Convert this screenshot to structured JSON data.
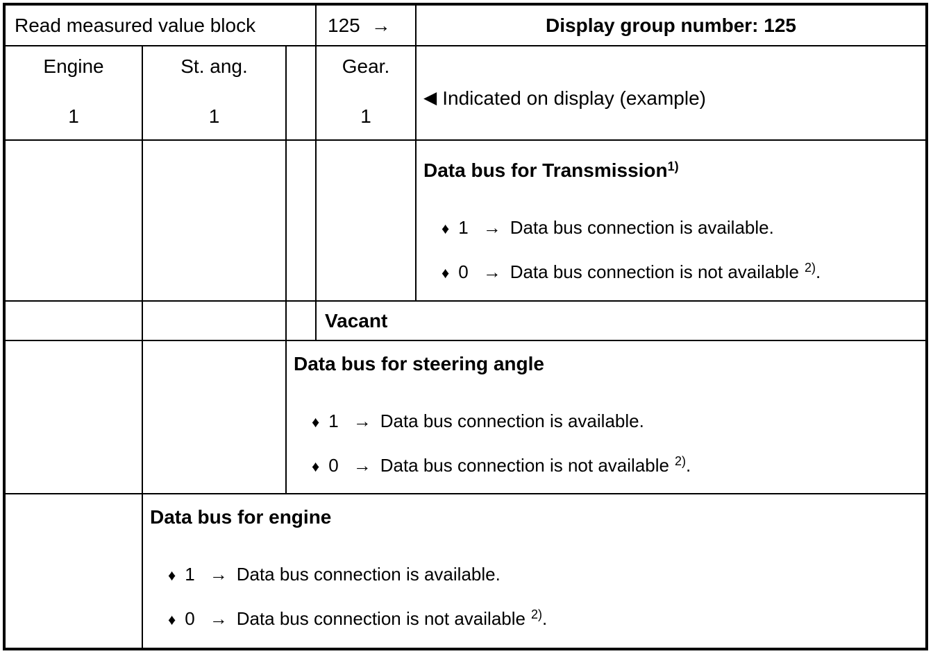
{
  "header": {
    "function_label": "Read measured value block",
    "group_number": "125",
    "arrow": "→",
    "group_title": "Display group number: 125"
  },
  "display_row": {
    "engine": {
      "label": "Engine",
      "value": "1"
    },
    "steering": {
      "label": "St. ang.",
      "value": "1"
    },
    "gear": {
      "label": "Gear.",
      "value": "1"
    },
    "note": {
      "marker": "◀",
      "text": "Indicated on display (example)"
    }
  },
  "sections": {
    "transmission": {
      "title": "Data bus for Transmission",
      "title_sup": "1)",
      "bullets": [
        {
          "marker": "♦",
          "value": "1",
          "arrow": "→",
          "text": "Data bus connection is available.",
          "sup": "",
          "tail": ""
        },
        {
          "marker": "♦",
          "value": "0",
          "arrow": "→",
          "text": "Data bus connection is not available",
          "sup": "2)",
          "tail": "."
        }
      ]
    },
    "vacant": {
      "title": "Vacant"
    },
    "steering": {
      "title": "Data bus for steering angle",
      "bullets": [
        {
          "marker": "♦",
          "value": "1",
          "arrow": "→",
          "text": "Data bus connection is available.",
          "sup": "",
          "tail": ""
        },
        {
          "marker": "♦",
          "value": "0",
          "arrow": "→",
          "text": "Data bus connection is not available",
          "sup": "2)",
          "tail": "."
        }
      ]
    },
    "engine": {
      "title": "Data bus for engine",
      "bullets": [
        {
          "marker": "♦",
          "value": "1",
          "arrow": "→",
          "text": "Data bus connection is available.",
          "sup": "",
          "tail": ""
        },
        {
          "marker": "♦",
          "value": "0",
          "arrow": "→",
          "text": "Data bus connection is not available",
          "sup": "2)",
          "tail": "."
        }
      ]
    }
  }
}
